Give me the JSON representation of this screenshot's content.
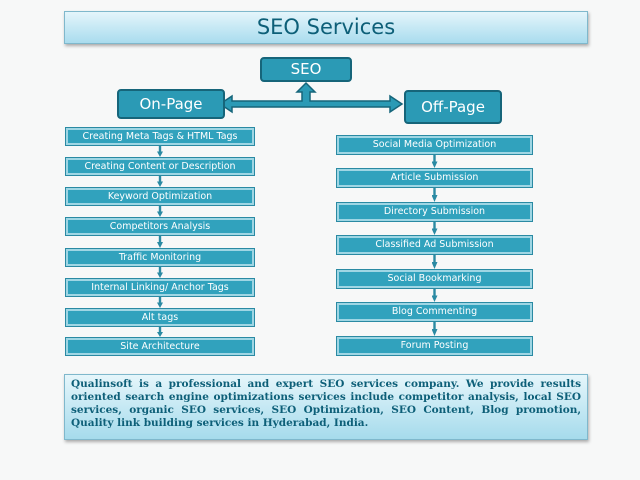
{
  "title": "SEO Services",
  "root": "SEO",
  "on_page": {
    "label": "On-Page",
    "items": [
      "Creating Meta Tags & HTML Tags",
      "Creating Content or Description",
      "Keyword Optimization",
      "Competitors Analysis",
      "Traffic Monitoring",
      "Internal Linking/ Anchor Tags",
      "Alt tags",
      "Site Architecture"
    ]
  },
  "off_page": {
    "label": "Off-Page",
    "items": [
      "Social Media Optimization",
      "Article Submission",
      "Directory Submission",
      "Classified Ad Submission",
      "Social Bookmarking",
      "Blog Commenting",
      "Forum Posting"
    ]
  },
  "description": "Qualinsoft is a professional and expert SEO services company. We provide results oriented search engine optimizations services include competitor analysis, local SEO services, organic SEO services, SEO Optimization, SEO Content, Blog promotion, Quality link building services in Hyderabad, India.",
  "colors": {
    "node": "#2b9ab5",
    "text": "#0d5f78"
  }
}
